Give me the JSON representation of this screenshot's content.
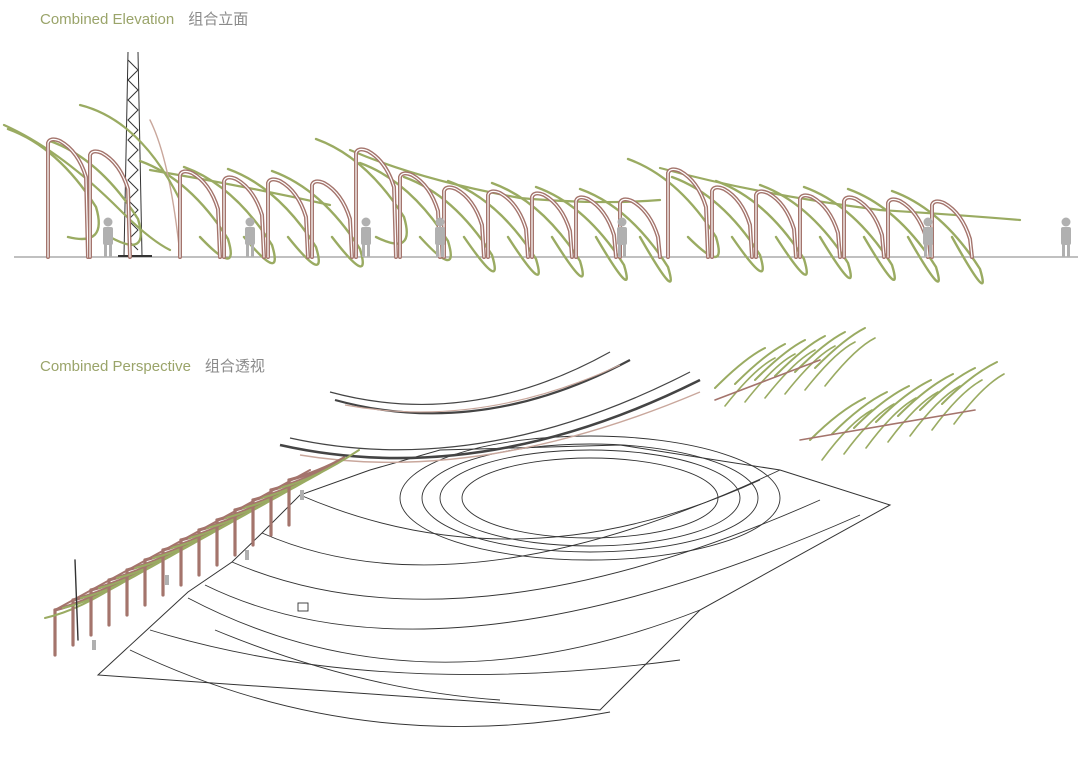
{
  "elevation": {
    "title_en": "Combined Elevation",
    "title_zh": "组合立面"
  },
  "perspective": {
    "title_en": "Combined Perspective",
    "title_zh": "组合透视"
  },
  "colors": {
    "frame_brown": "#a4746c",
    "canopy_green": "#9aab62",
    "human_gray": "#b0b0b0",
    "line_dark": "#555555",
    "ground": "#9a9a9a"
  }
}
